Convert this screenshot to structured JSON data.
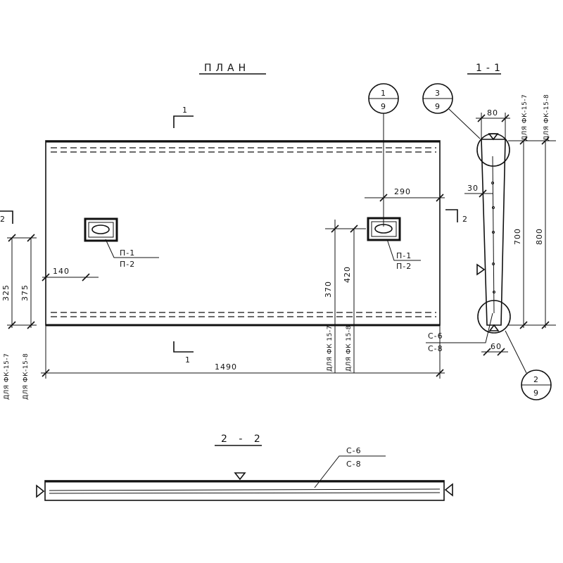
{
  "titles": {
    "plan": "ПЛАН",
    "section_1_1": "1-1",
    "section_2_2": "2 - 2"
  },
  "cuts": {
    "cut1_top": "1",
    "cut1_bottom": "1",
    "cut2_left": "2",
    "cut2_right": "2"
  },
  "callouts": {
    "c1": {
      "top": "1",
      "bottom": "9"
    },
    "c3": {
      "top": "3",
      "bottom": "9"
    },
    "c2": {
      "top": "2",
      "bottom": "9"
    }
  },
  "dims": {
    "d1490": "1490",
    "d290": "290",
    "d140": "140",
    "d370": "370",
    "d420": "420",
    "d325": "325",
    "d375": "375",
    "d80": "80",
    "d30": "30",
    "d700": "700",
    "d800": "800",
    "d60": "60"
  },
  "notes": {
    "fk157_a": "ДЛЯ ФК 15-7",
    "fk158_a": "ДЛЯ ФК 15-8",
    "fk157_b": "ДЛЯ ФК-15-7",
    "fk158_b": "ДЛЯ ФК-15-8",
    "fk157_c": "ДЛЯ ФК-15-7",
    "fk158_c": "ДЛЯ ФК-15-8"
  },
  "marks": {
    "p1_left": "П-1",
    "p2_left": "П-2",
    "p1_right": "П-1",
    "p2_right": "П-2",
    "c6_side": "С-6",
    "c8_side": "С-8",
    "c6_bottom": "С-6",
    "c8_bottom": "С-8"
  }
}
